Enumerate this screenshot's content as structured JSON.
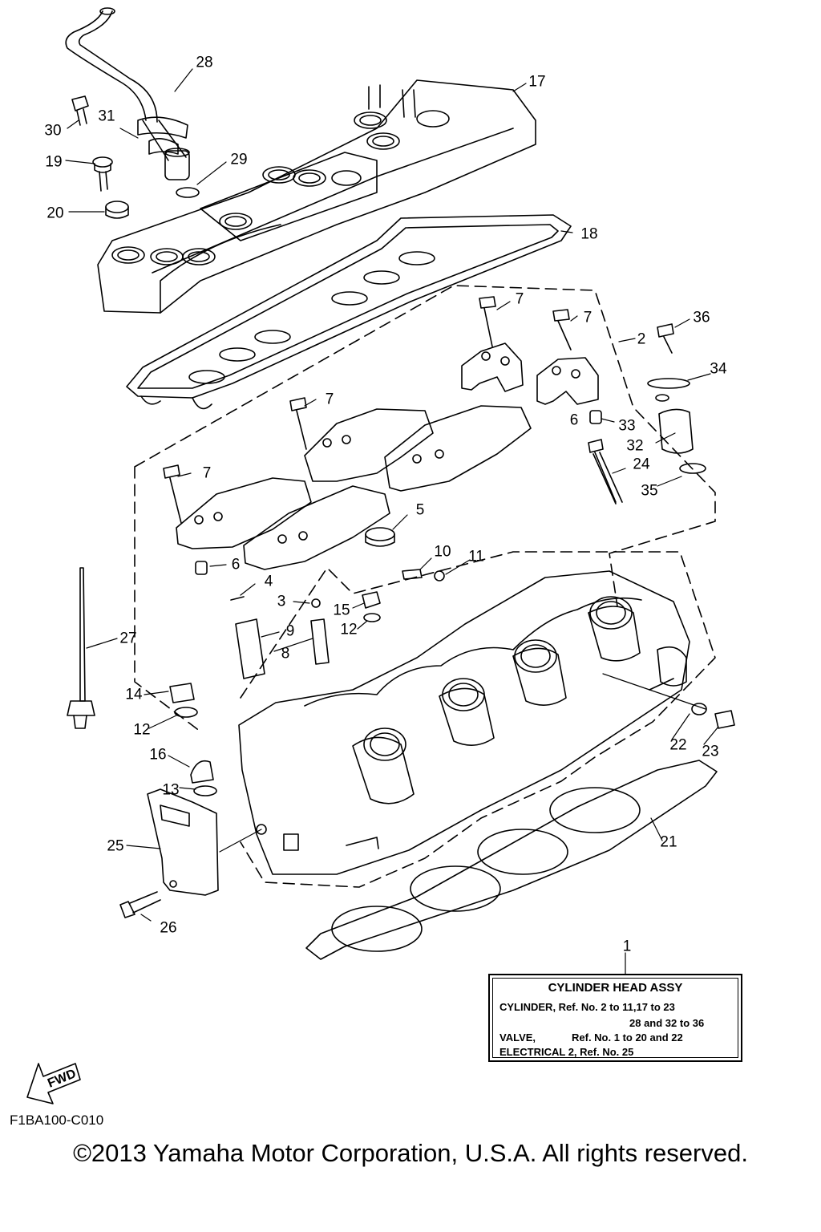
{
  "callouts": {
    "c28": "28",
    "c17": "17",
    "c30": "30",
    "c31": "31",
    "c19": "19",
    "c29": "29",
    "c20": "20",
    "c18": "18",
    "c7a": "7",
    "c7b": "7",
    "c36": "36",
    "c2": "2",
    "c34": "34",
    "c7c": "7",
    "c6a": "6",
    "c33": "33",
    "c32": "32",
    "c24": "24",
    "c7d": "7",
    "c35": "35",
    "c5": "5",
    "c10": "10",
    "c11": "11",
    "c6b": "6",
    "c4": "4",
    "c3": "3",
    "c15": "15",
    "c12a": "12",
    "c9": "9",
    "c8": "8",
    "c27": "27",
    "c14": "14",
    "c12b": "12",
    "c22": "22",
    "c23": "23",
    "c16": "16",
    "c13": "13",
    "c25": "25",
    "c21": "21",
    "c26": "26",
    "c1": "1"
  },
  "assembly_box": {
    "title": "CYLINDER HEAD ASSY",
    "line1": "CYLINDER, Ref. No. 2 to 11,17 to 23",
    "line2": "28 and 32 to 36",
    "line3_label": "VALVE,",
    "line3_value": "Ref. No. 1 to 20 and 22",
    "line4": "ELECTRICAL 2, Ref. No. 25"
  },
  "fwd_label": "FWD",
  "diagram_code": "F1BA100-C010",
  "copyright": "©2013 Yamaha Motor Corporation, U.S.A. All rights reserved."
}
